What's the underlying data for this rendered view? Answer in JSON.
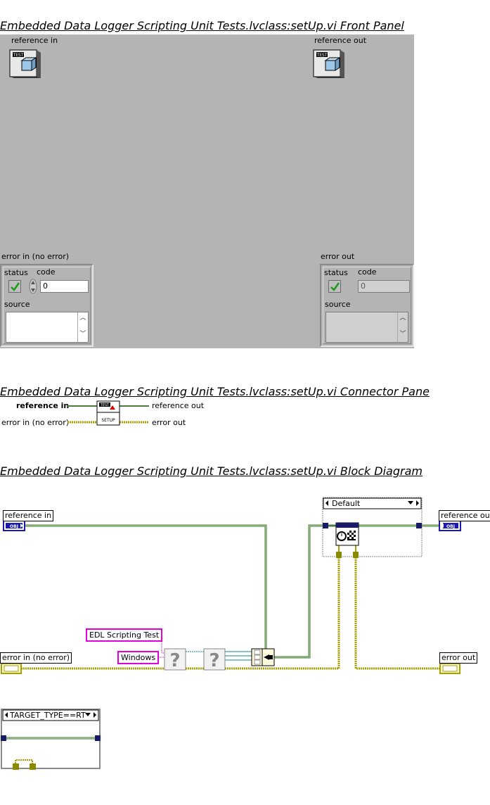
{
  "front_panel": {
    "title": "Embedded Data Logger Scripting Unit Tests.lvclass:setUp.vi Front Panel",
    "reference_in_label": "reference in",
    "reference_out_label": "reference out",
    "error_in": {
      "label": "error in (no error)",
      "status_label": "status",
      "code_label": "code",
      "code_value": "0",
      "source_label": "source"
    },
    "error_out": {
      "label": "error out",
      "status_label": "status",
      "code_label": "code",
      "code_value": "0",
      "source_label": "source"
    }
  },
  "connector_pane": {
    "title": "Embedded Data Logger Scripting Unit Tests.lvclass:setUp.vi Connector Pane",
    "left_top": "reference in",
    "left_bottom": "error in (no error)",
    "right_top": "reference out",
    "right_bottom": "error out",
    "icon_top": "TEST",
    "icon_bottom": "SETUP"
  },
  "block_diagram": {
    "title": "Embedded Data Logger Scripting Unit Tests.lvclass:setUp.vi Block Diagram",
    "reference_in": "reference in",
    "reference_out": "reference out",
    "error_in": "error in (no error)",
    "error_out": "error out",
    "obj_tag": "OBJ",
    "const_test_name": "EDL Scripting Test",
    "const_os": "Windows",
    "case_default": "Default",
    "case_target": "TARGET_TYPE==RT",
    "testcase_icon": "TEST CASE"
  },
  "colors": {
    "panel_bg": "#b4b4b4",
    "wire_class": "#4a7a3c",
    "wire_error": "#a8a000",
    "string_const_border": "#e000e0",
    "obj_terminal": "#1a1ab0"
  }
}
